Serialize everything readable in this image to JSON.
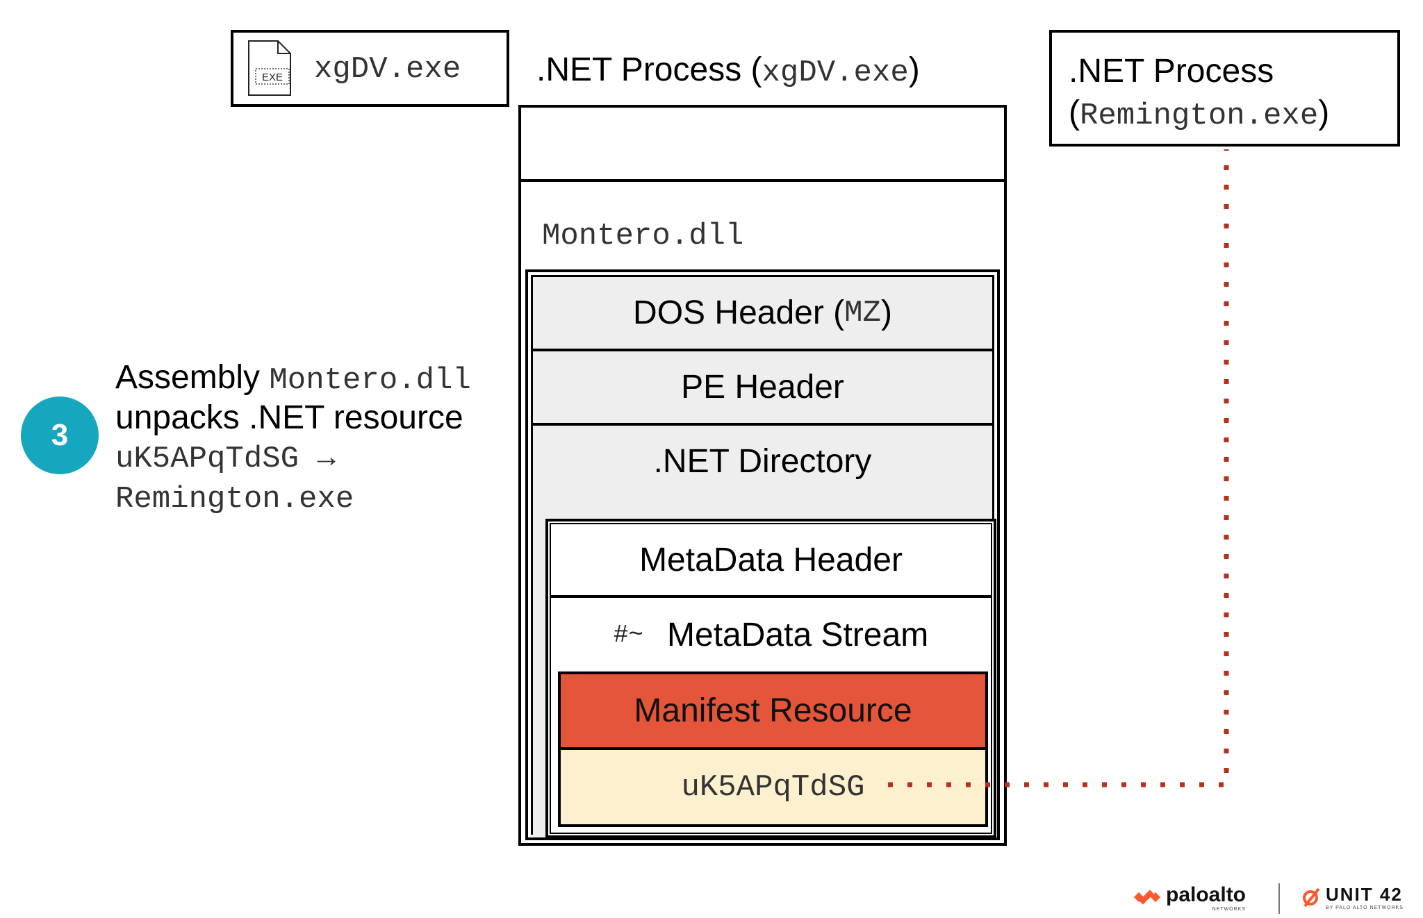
{
  "exe_file": {
    "icon_text": "EXE",
    "name": "xgDV.exe"
  },
  "process_heading": {
    "prefix": ".NET Process (",
    "name": "xgDV.exe",
    "suffix": ")"
  },
  "remote_process": {
    "line1": ".NET Process",
    "open": "(",
    "name": "Remington.exe",
    "close": ")"
  },
  "structure": {
    "dll_name": "Montero.dll",
    "dos_header": {
      "label": "DOS Header (",
      "magic": "MZ",
      "close": ")"
    },
    "pe_header": "PE Header",
    "net_directory": ".NET Directory",
    "metadata_header": "MetaData Header",
    "metadata_stream": {
      "tag": "#~",
      "label": "MetaData Stream"
    },
    "manifest_resource": "Manifest Resource",
    "resource_name": "uK5APqTdSG"
  },
  "annotation": {
    "step": "3",
    "line1_text": "Assembly ",
    "line1_mono": "Montero.dll",
    "line2": "unpacks .NET resource",
    "line3": "uK5APqTdSG →",
    "line4": "Remington.exe"
  },
  "colors": {
    "manifest": "#e4553a",
    "resource": "#fdf0cf",
    "band": "#eeeeee",
    "step_circle": "#16a7bf",
    "connector": "#b5311c",
    "logo_accent": "#fa582d"
  },
  "logos": {
    "paloalto": "paloalto",
    "paloalto_sub": "NETWORKS",
    "unit42": "UNIT 42",
    "unit42_sub": "BY PALO ALTO NETWORKS"
  }
}
